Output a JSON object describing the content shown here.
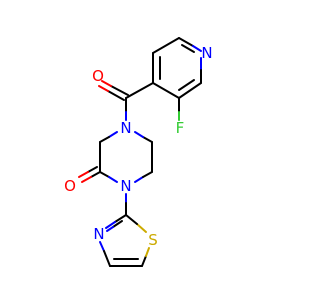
{
  "molecule": {
    "atoms": {
      "O": "O",
      "N_pyridine": "N",
      "F": "F",
      "N_piperazine_4": "N",
      "O_lactam": "O",
      "N_piperazine_1": "N",
      "N_thiazole": "N",
      "S_thiazole": "S"
    },
    "colors": {
      "carbon_bond": "#000000",
      "oxygen": "#ff0000",
      "nitrogen": "#0000ff",
      "fluorine": "#33cc33",
      "sulfur": "#ccaa00"
    }
  }
}
